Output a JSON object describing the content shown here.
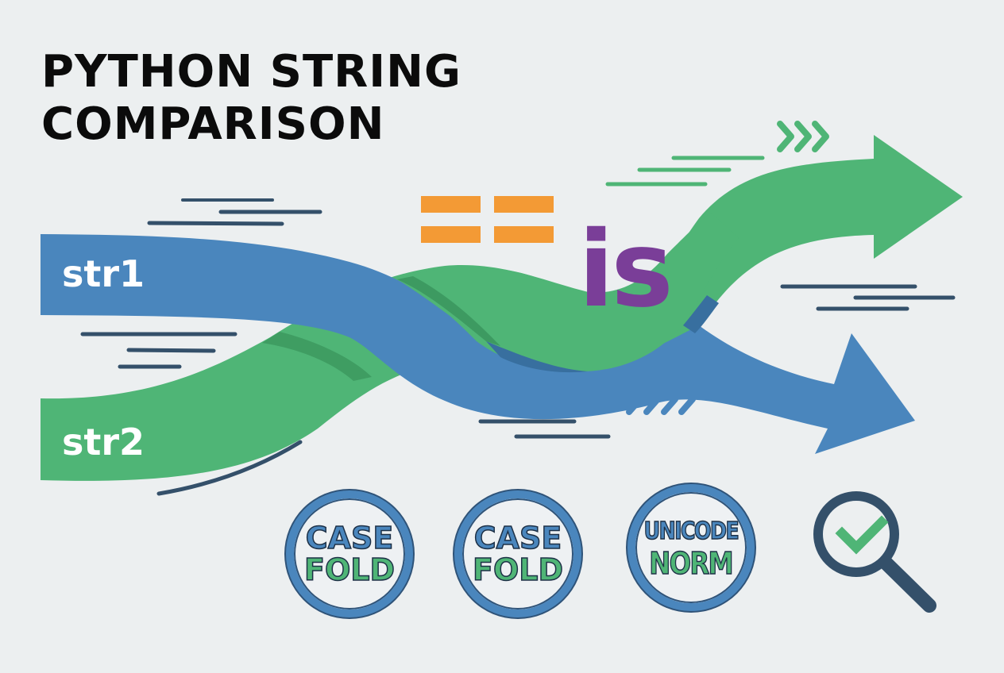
{
  "title": {
    "line1": "PYTHON STRING",
    "line2": "COMPARISON"
  },
  "ribbons": {
    "str1": {
      "label": "str1",
      "color": "#4a86bd"
    },
    "str2": {
      "label": "str2",
      "color": "#4fb576"
    }
  },
  "operators": {
    "equality": {
      "symbol": "==",
      "color": "#f39a35"
    },
    "identity": {
      "symbol": "is",
      "color": "#7a3e98"
    }
  },
  "badges": [
    {
      "line1": "CASE",
      "line2": "FOLD"
    },
    {
      "line1": "CASE",
      "line2": "FOLD"
    },
    {
      "line1": "UNICODE",
      "line2": "NORM"
    }
  ],
  "icons": {
    "magnifier": "magnifier-check-icon",
    "chevrons_green": "chevrons-right-icon",
    "chevrons_blue": "chevrons-right-icon"
  },
  "colors": {
    "background": "#eceff0",
    "blue": "#4a86bd",
    "green": "#4fb576",
    "dark_blue": "#2f5378",
    "speed_lines": "#34506a",
    "orange": "#f39a35",
    "purple": "#7a3e98",
    "title": "#0b0b0b"
  }
}
